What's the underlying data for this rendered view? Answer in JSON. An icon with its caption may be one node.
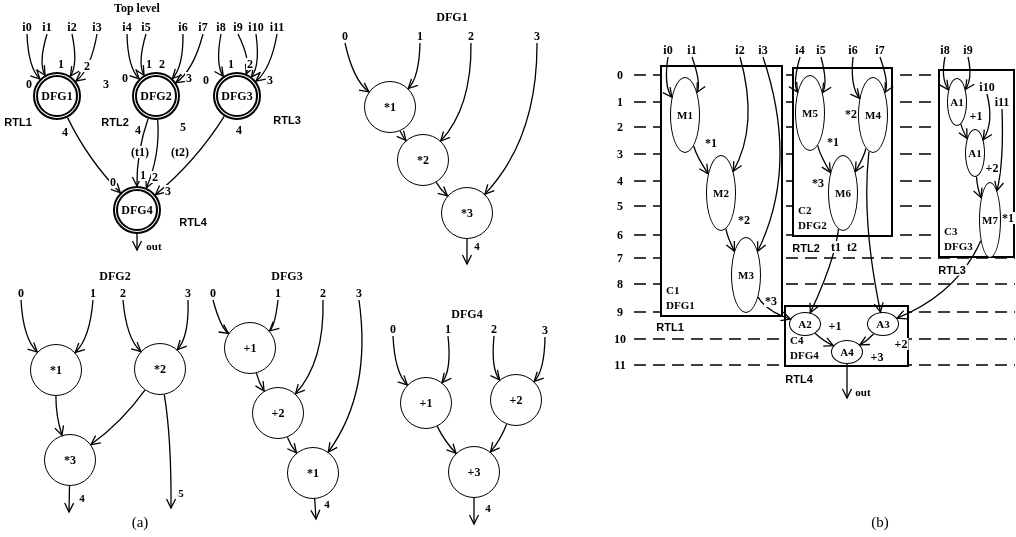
{
  "diagram": {
    "nodes": [
      {
        "text": [
          "i0"
        ]
      },
      {
        "text": [
          "i1"
        ]
      },
      {
        "text": [
          "i2"
        ]
      },
      {
        "text": [
          "i3"
        ]
      },
      {
        "text": [
          "i4"
        ]
      },
      {
        "text": [
          "i5"
        ]
      },
      {
        "text": [
          "i6"
        ]
      },
      {
        "text": [
          "i7"
        ]
      },
      {
        "text": [
          "i8"
        ]
      },
      {
        "text": [
          "i9"
        ]
      },
      {
        "text": [
          "i10"
        ]
      },
      {
        "text": [
          "i11"
        ]
      },
      {
        "text": [
          "DFG1"
        ],
        "beside": [
          "RTL1"
        ]
      },
      {
        "text": [
          "DFG2"
        ],
        "beside": [
          "RTL2"
        ]
      },
      {
        "text": [
          "DFG3"
        ],
        "beside": [
          "RTL3"
        ]
      },
      {
        "text": [
          "DFG4"
        ],
        "beside": [
          "RTL4"
        ]
      },
      {
        "text": [
          "0"
        ]
      },
      {
        "text": [
          "1"
        ]
      },
      {
        "text": [
          "2"
        ]
      },
      {
        "text": [
          "3"
        ]
      },
      {
        "text": [
          "*1"
        ]
      },
      {
        "text": [
          "*2"
        ]
      },
      {
        "text": [
          "*3"
        ]
      },
      {
        "text": [
          "0"
        ]
      },
      {
        "text": [
          "1"
        ]
      },
      {
        "text": [
          "2"
        ]
      },
      {
        "text": [
          "3"
        ]
      },
      {
        "text": [
          "*1"
        ]
      },
      {
        "text": [
          "*2"
        ]
      },
      {
        "text": [
          "*3"
        ]
      },
      {
        "text": [
          "0"
        ]
      },
      {
        "text": [
          "1"
        ]
      },
      {
        "text": [
          "2"
        ]
      },
      {
        "text": [
          "3"
        ]
      },
      {
        "text": [
          "+1"
        ]
      },
      {
        "text": [
          "+2"
        ]
      },
      {
        "text": [
          "*1"
        ]
      },
      {
        "text": [
          "0"
        ]
      },
      {
        "text": [
          "1"
        ]
      },
      {
        "text": [
          "2"
        ]
      },
      {
        "text": [
          "3"
        ]
      },
      {
        "text": [
          "+1"
        ]
      },
      {
        "text": [
          "+2"
        ]
      },
      {
        "text": [
          "+3"
        ]
      },
      {
        "text": [
          "i0"
        ]
      },
      {
        "text": [
          "i1"
        ]
      },
      {
        "text": [
          "i2"
        ]
      },
      {
        "text": [
          "i3"
        ]
      },
      {
        "text": [
          "i4"
        ]
      },
      {
        "text": [
          "i5"
        ]
      },
      {
        "text": [
          "i6"
        ]
      },
      {
        "text": [
          "i7"
        ]
      },
      {
        "text": [
          "i8"
        ]
      },
      {
        "text": [
          "i9"
        ]
      },
      {
        "text": [
          "C1",
          "DFG1"
        ],
        "beside": [
          "RTL1"
        ]
      },
      {
        "text": [
          "M1"
        ],
        "in": 54,
        "beside": [
          "*1"
        ]
      },
      {
        "text": [
          "M2"
        ],
        "in": 54,
        "beside": [
          "*2"
        ]
      },
      {
        "text": [
          "M3"
        ],
        "in": 54,
        "beside": [
          "*3"
        ]
      },
      {
        "text": [
          "C2",
          "DFG2"
        ],
        "beside": [
          "RTL2"
        ]
      },
      {
        "text": [
          "M5"
        ],
        "in": 58,
        "beside": [
          "*1"
        ]
      },
      {
        "text": [
          "M4"
        ],
        "in": 58,
        "beside": [
          "*2"
        ]
      },
      {
        "text": [
          "M6"
        ],
        "in": 58,
        "beside": [
          "*3"
        ]
      },
      {
        "text": [
          "C3",
          "DFG3"
        ],
        "beside": [
          "RTL3"
        ]
      },
      {
        "text": [
          "i10"
        ],
        "in": 62
      },
      {
        "text": [
          "i11"
        ],
        "in": 62
      },
      {
        "text": [
          "A1"
        ],
        "in": 62,
        "beside": [
          "+1"
        ]
      },
      {
        "text": [
          "A1"
        ],
        "in": 62,
        "beside": [
          "+2"
        ]
      },
      {
        "text": [
          "M7"
        ],
        "in": 62,
        "beside": [
          "*1"
        ]
      },
      {
        "text": [
          "C4",
          "DFG4"
        ],
        "beside": [
          "RTL4"
        ]
      },
      {
        "text": [
          "A2"
        ],
        "in": 68,
        "beside": [
          "+1"
        ]
      },
      {
        "text": [
          "A3"
        ],
        "in": 68,
        "beside": [
          "+2"
        ]
      },
      {
        "text": [
          "A4"
        ],
        "in": 68,
        "beside": [
          "+3"
        ]
      }
    ],
    "edges": [
      {
        "from": 0,
        "to": 12,
        "arrow": "to"
      },
      {
        "from": 1,
        "to": 12,
        "arrow": "to"
      },
      {
        "from": 2,
        "to": 12,
        "arrow": "to"
      },
      {
        "from": 3,
        "to": 12,
        "arrow": "to"
      },
      {
        "from": 4,
        "to": 13,
        "arrow": "to"
      },
      {
        "from": 5,
        "to": 13,
        "arrow": "to"
      },
      {
        "from": 6,
        "to": 13,
        "arrow": "to"
      },
      {
        "from": 7,
        "to": 13,
        "arrow": "to"
      },
      {
        "from": 8,
        "to": 14,
        "arrow": "to"
      },
      {
        "from": 9,
        "to": 14,
        "arrow": "to"
      },
      {
        "from": 10,
        "to": 14,
        "arrow": "to"
      },
      {
        "from": 11,
        "to": 14,
        "arrow": "to"
      },
      {
        "from": 12,
        "to": 15,
        "arrow": "to"
      },
      {
        "from": 13,
        "to": 15,
        "arrow": "to"
      },
      {
        "from": 13,
        "to": 15,
        "arrow": "to"
      },
      {
        "from": 14,
        "to": 15,
        "arrow": "to"
      },
      {
        "from": 15,
        "to": null,
        "arrow": "to",
        "label": "out"
      },
      {
        "from": 16,
        "to": 20,
        "arrow": "to"
      },
      {
        "from": 17,
        "to": 20,
        "arrow": "to"
      },
      {
        "from": 20,
        "to": 21,
        "arrow": "to"
      },
      {
        "from": 18,
        "to": 21,
        "arrow": "to"
      },
      {
        "from": 21,
        "to": 22,
        "arrow": "to"
      },
      {
        "from": 19,
        "to": 22,
        "arrow": "to"
      },
      {
        "from": 22,
        "to": null,
        "arrow": "to",
        "label": "4"
      },
      {
        "from": 23,
        "to": 27,
        "arrow": "to"
      },
      {
        "from": 24,
        "to": 27,
        "arrow": "to"
      },
      {
        "from": 25,
        "to": 28,
        "arrow": "to"
      },
      {
        "from": 26,
        "to": 28,
        "arrow": "to"
      },
      {
        "from": 27,
        "to": 29,
        "arrow": "to"
      },
      {
        "from": 28,
        "to": 29,
        "arrow": "to"
      },
      {
        "from": 29,
        "to": null,
        "arrow": "to",
        "label": "4"
      },
      {
        "from": 28,
        "to": null,
        "arrow": "to",
        "label": "5"
      },
      {
        "from": 30,
        "to": 34,
        "arrow": "to"
      },
      {
        "from": 31,
        "to": 34,
        "arrow": "to"
      },
      {
        "from": 34,
        "to": 35,
        "arrow": "to"
      },
      {
        "from": 32,
        "to": 35,
        "arrow": "to"
      },
      {
        "from": 35,
        "to": 36,
        "arrow": "to"
      },
      {
        "from": 33,
        "to": 36,
        "arrow": "to"
      },
      {
        "from": 36,
        "to": null,
        "arrow": "to",
        "label": "4"
      },
      {
        "from": 37,
        "to": 41,
        "arrow": "to"
      },
      {
        "from": 38,
        "to": 41,
        "arrow": "to"
      },
      {
        "from": 39,
        "to": 42,
        "arrow": "to"
      },
      {
        "from": 40,
        "to": 42,
        "arrow": "to"
      },
      {
        "from": 41,
        "to": 43,
        "arrow": "to"
      },
      {
        "from": 42,
        "to": 43,
        "arrow": "to"
      },
      {
        "from": 43,
        "to": null,
        "arrow": "to",
        "label": "4"
      },
      {
        "from": 44,
        "to": 55,
        "arrow": "to"
      },
      {
        "from": 45,
        "to": 55,
        "arrow": "to"
      },
      {
        "from": 55,
        "to": 56,
        "arrow": "to"
      },
      {
        "from": 46,
        "to": 56,
        "arrow": "to"
      },
      {
        "from": 56,
        "to": 57,
        "arrow": "to"
      },
      {
        "from": 47,
        "to": 57,
        "arrow": "to"
      },
      {
        "from": 48,
        "to": 59,
        "arrow": "to"
      },
      {
        "from": 49,
        "to": 59,
        "arrow": "to"
      },
      {
        "from": 50,
        "to": 60,
        "arrow": "to"
      },
      {
        "from": 51,
        "to": 60,
        "arrow": "to"
      },
      {
        "from": 59,
        "to": 61,
        "arrow": "to"
      },
      {
        "from": 60,
        "to": 61,
        "arrow": "to"
      },
      {
        "from": 52,
        "to": 65,
        "arrow": "to"
      },
      {
        "from": 53,
        "to": 65,
        "arrow": "to"
      },
      {
        "from": 65,
        "to": 66,
        "arrow": "to"
      },
      {
        "from": 63,
        "to": 66,
        "arrow": "to"
      },
      {
        "from": 66,
        "to": 67,
        "arrow": "to"
      },
      {
        "from": 64,
        "to": 67,
        "arrow": "to"
      },
      {
        "from": 57,
        "to": 69,
        "arrow": "to"
      },
      {
        "from": 61,
        "to": 69,
        "arrow": "to"
      },
      {
        "from": 60,
        "to": 70,
        "arrow": "to"
      },
      {
        "from": 67,
        "to": 70,
        "arrow": "to"
      },
      {
        "from": 69,
        "to": 71,
        "arrow": "to"
      },
      {
        "from": 70,
        "to": 71,
        "arrow": "to"
      },
      {
        "from": 71,
        "to": null,
        "arrow": "to",
        "label": "out"
      }
    ],
    "labels": [
      "Top level",
      "0",
      "1",
      "2",
      "3",
      "4",
      "0",
      "1",
      "2",
      "3",
      "4",
      "5",
      "(t1)",
      "(t2)",
      "0",
      "1",
      "2",
      "3",
      "4",
      "0",
      "1",
      "2",
      "3",
      "DFG1",
      "DFG2",
      "DFG3",
      "DFG4",
      "0",
      "1",
      "2",
      "3",
      "4",
      "5",
      "6",
      "7",
      "8",
      "9",
      "10",
      "11",
      "t1",
      "t2",
      "(a)",
      "(b)"
    ]
  }
}
